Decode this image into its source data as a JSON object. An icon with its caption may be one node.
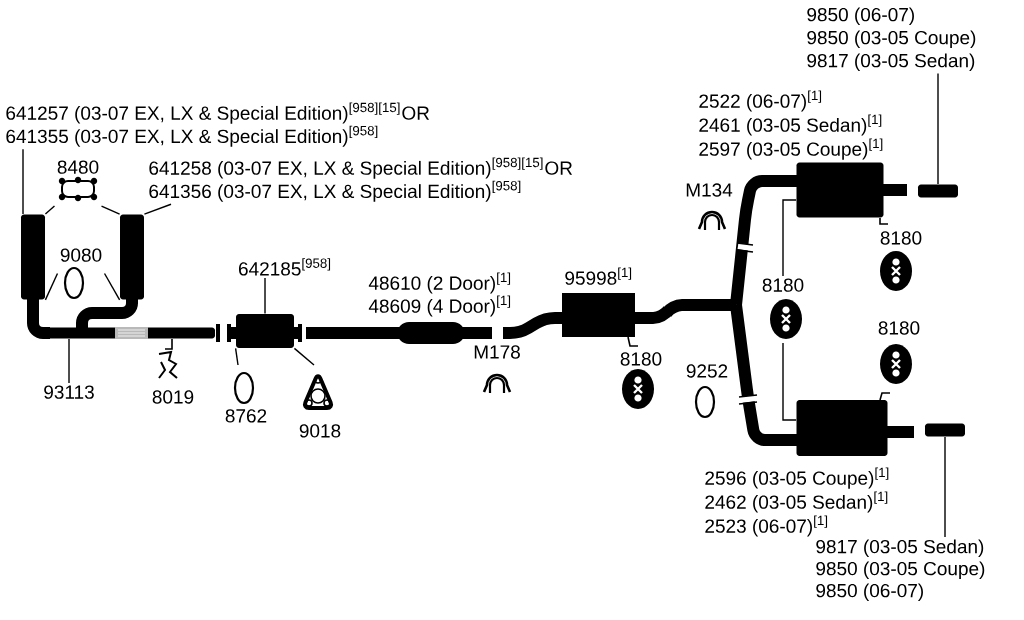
{
  "diagram": {
    "nodes": [
      {
        "text": [
          "641257 (03-07 EX, LX & Special Edition)$^{[958][15]}$OR",
          "641355 (03-07 EX, LX & Special Edition)$^{[958]}$"
        ]
      },
      {
        "text": [
          "641258 (03-07 EX, LX & Special Edition)$^{[958][15]}$OR",
          "641356 (03-07 EX, LX & Special Edition)$^{[958]}$"
        ]
      },
      {
        "text": [
          "8480"
        ]
      },
      {
        "text": [
          "9080"
        ]
      },
      {
        "text": [],
        "shape": "box"
      },
      {
        "text": [],
        "shape": "box"
      },
      {
        "text": [
          "642185$^{[958]}$"
        ]
      },
      {
        "text": [],
        "shape": "box"
      },
      {
        "text": [
          "93113"
        ]
      },
      {
        "text": [],
        "shape": "box"
      },
      {
        "text": [
          "8762"
        ]
      },
      {
        "text": [
          "9018"
        ]
      },
      {
        "text": [
          "9850 (06-07)",
          "9850 (03-05 Coupe)",
          "9817 (03-05 Sedan)"
        ]
      },
      {
        "text": [],
        "shape": "box"
      },
      {
        "text": [],
        "shape": "box"
      },
      {
        "text": [
          "8180"
        ]
      },
      {
        "text": [],
        "shape": "box"
      },
      {
        "text": [],
        "shape": "box"
      },
      {
        "text": [
          "9817 (03-05 Sedan)",
          "9850 (03-05 Coupe)",
          "9850 (06-07)"
        ]
      }
    ],
    "edges": [
      {
        "from": 0,
        "to": 4,
        "arrow": "none"
      },
      {
        "from": 1,
        "to": 5,
        "arrow": "none"
      },
      {
        "from": 2,
        "to": 4,
        "arrow": "none"
      },
      {
        "from": 2,
        "to": 5,
        "arrow": "none"
      },
      {
        "from": 3,
        "to": 4,
        "arrow": "none"
      },
      {
        "from": 3,
        "to": 5,
        "arrow": "none"
      },
      {
        "from": 6,
        "to": 7,
        "arrow": "none"
      },
      {
        "from": 8,
        "to": 9,
        "arrow": "none"
      },
      {
        "from": 10,
        "to": 7,
        "arrow": "none"
      },
      {
        "from": 11,
        "to": 7,
        "arrow": "none"
      },
      {
        "from": 12,
        "to": 13,
        "arrow": "none"
      },
      {
        "from": 15,
        "to": 14,
        "arrow": "none"
      },
      {
        "from": 15,
        "to": 16,
        "arrow": "none"
      },
      {
        "from": 18,
        "to": 17,
        "arrow": "none"
      }
    ],
    "labels": [
      "2522 (06-07)$^{[1]}$",
      "2461 (03-05 Sedan)$^{[1]}$",
      "2597 (03-05 Coupe)$^{[1]}$",
      "M134",
      "8180",
      "48610 (2 Door)$^{[1]}$",
      "95998$^{[1]}$",
      "48609 (4 Door)$^{[1]}$",
      "8180",
      "M178",
      "8180",
      "9252",
      "8019",
      "2596 (03-05 Coupe)$^{[1]}$",
      "2462 (03-05 Sedan)$^{[1]}$",
      "2523 (06-07)$^{[1]}$"
    ]
  }
}
